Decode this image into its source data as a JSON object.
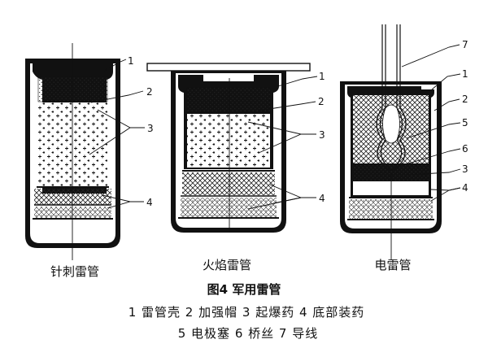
{
  "figure": {
    "caption": "图4  军用雷管",
    "legend_line1": "1 雷管壳  2 加强帽  3 起爆药  4 底部装药",
    "legend_line2": "5 电极塞  6 桥丝  7 导线"
  },
  "detonators": [
    {
      "title": "针刺雷管",
      "callouts": [
        "1",
        "2",
        "3",
        "4"
      ]
    },
    {
      "title": "火焰雷管",
      "callouts": [
        "1",
        "2",
        "3",
        "4"
      ]
    },
    {
      "title": "电雷管",
      "callouts": [
        "7",
        "1",
        "2",
        "5",
        "6",
        "3",
        "4"
      ]
    }
  ],
  "colors": {
    "ink": "#111111",
    "paper": "#ffffff"
  }
}
